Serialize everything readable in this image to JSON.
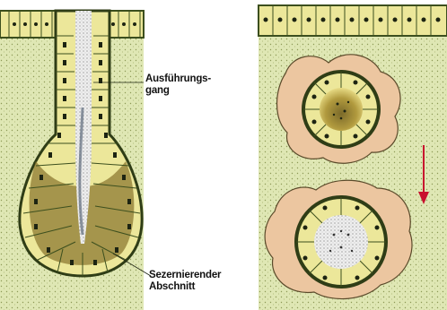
{
  "figure": {
    "labels": {
      "duct_line1": "Ausführungs-",
      "duct_line2": "gang",
      "secretory_line1": "Sezernierender",
      "secretory_line2": "Abschnitt"
    },
    "colors": {
      "epithelium_yellow": "#ece79a",
      "stroma_green": "#d9e3a8",
      "gland_dark": "#3c4f1e",
      "cell_pink": "#ecc6a0",
      "arrow_red": "#c8102e",
      "nucleus": "#1d2412"
    }
  }
}
